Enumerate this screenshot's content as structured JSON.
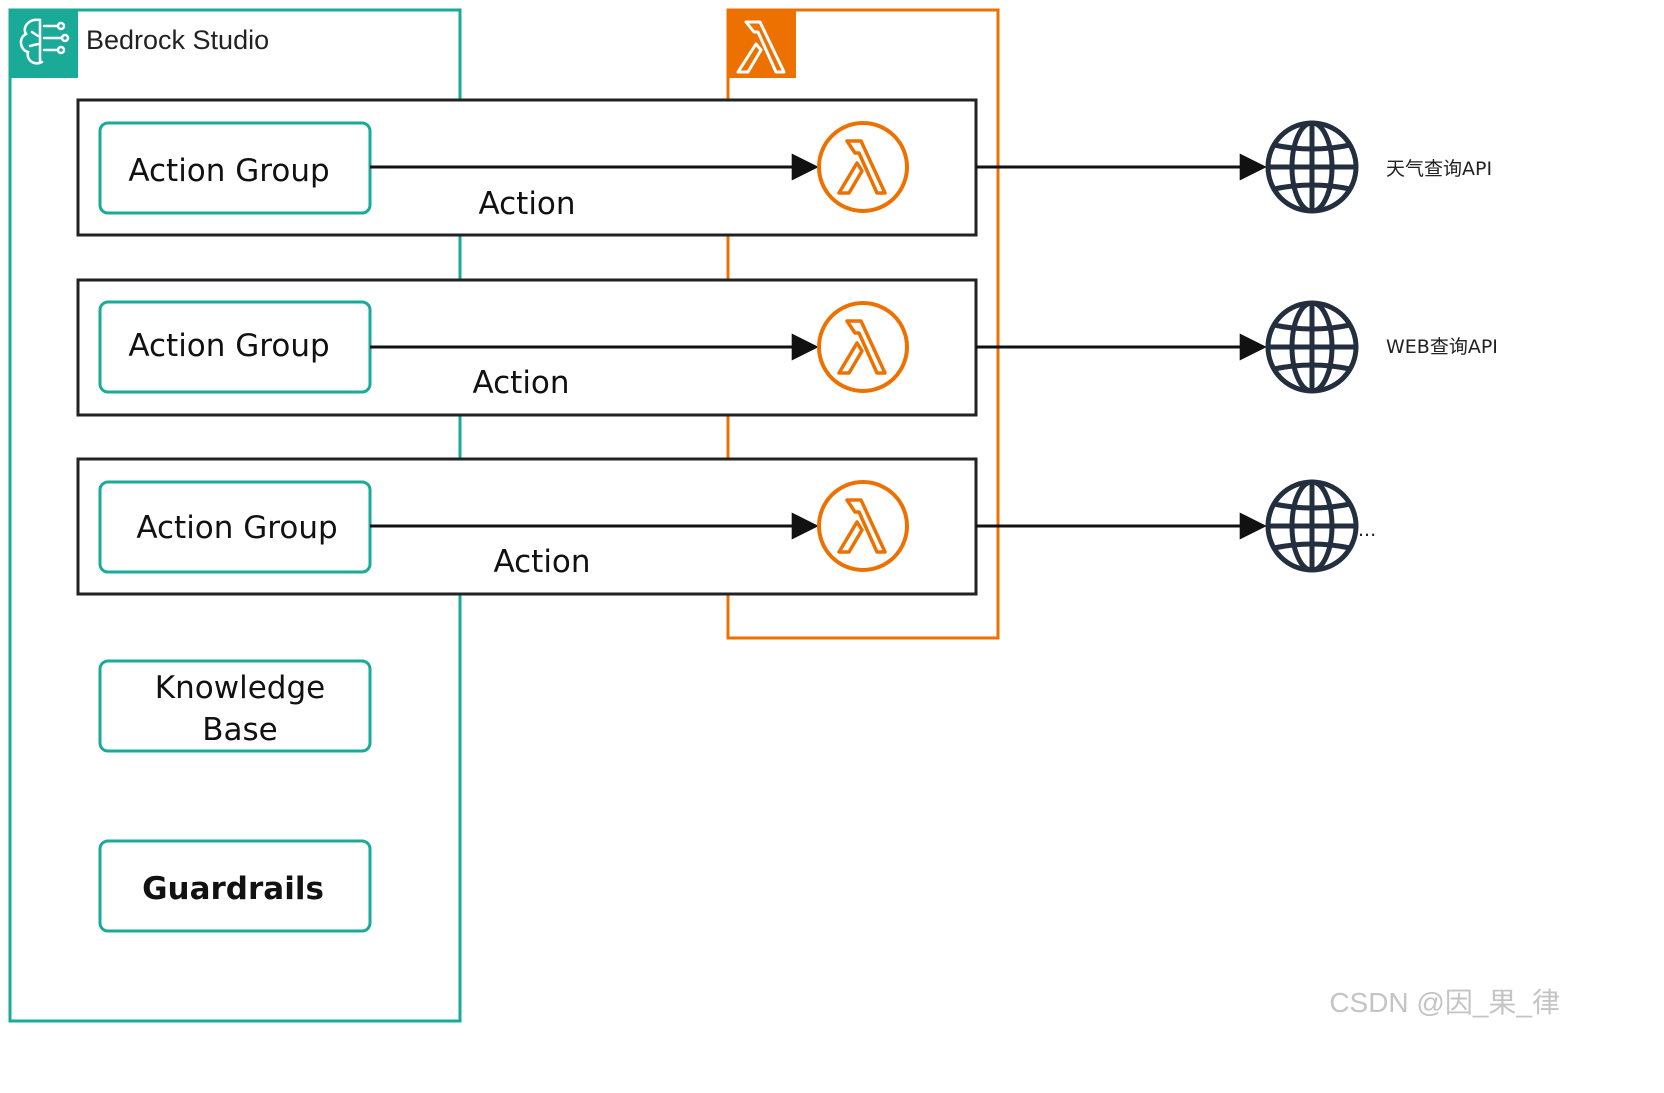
{
  "studio": {
    "title": "Bedrock Studio",
    "icon": "brain-circuit-icon"
  },
  "lambda_group": {
    "icon": "lambda-icon"
  },
  "rows": [
    {
      "group_label": "Action Group",
      "action_label": "Action",
      "api_label": "天气查询API"
    },
    {
      "group_label": "Action Group",
      "action_label": "Action",
      "api_label": "WEB查询API"
    },
    {
      "group_label": "Action Group",
      "action_label": "Action",
      "api_label": "..."
    }
  ],
  "knowledge_base": {
    "line1": "Knowledge",
    "line2": "Base"
  },
  "guardrails": {
    "label": "Guardrails"
  },
  "watermark": "CSDN @因_果_律",
  "colors": {
    "teal": "#1aab98",
    "orange": "#ed7100",
    "dark": "#232f3e",
    "box": "#222222"
  }
}
